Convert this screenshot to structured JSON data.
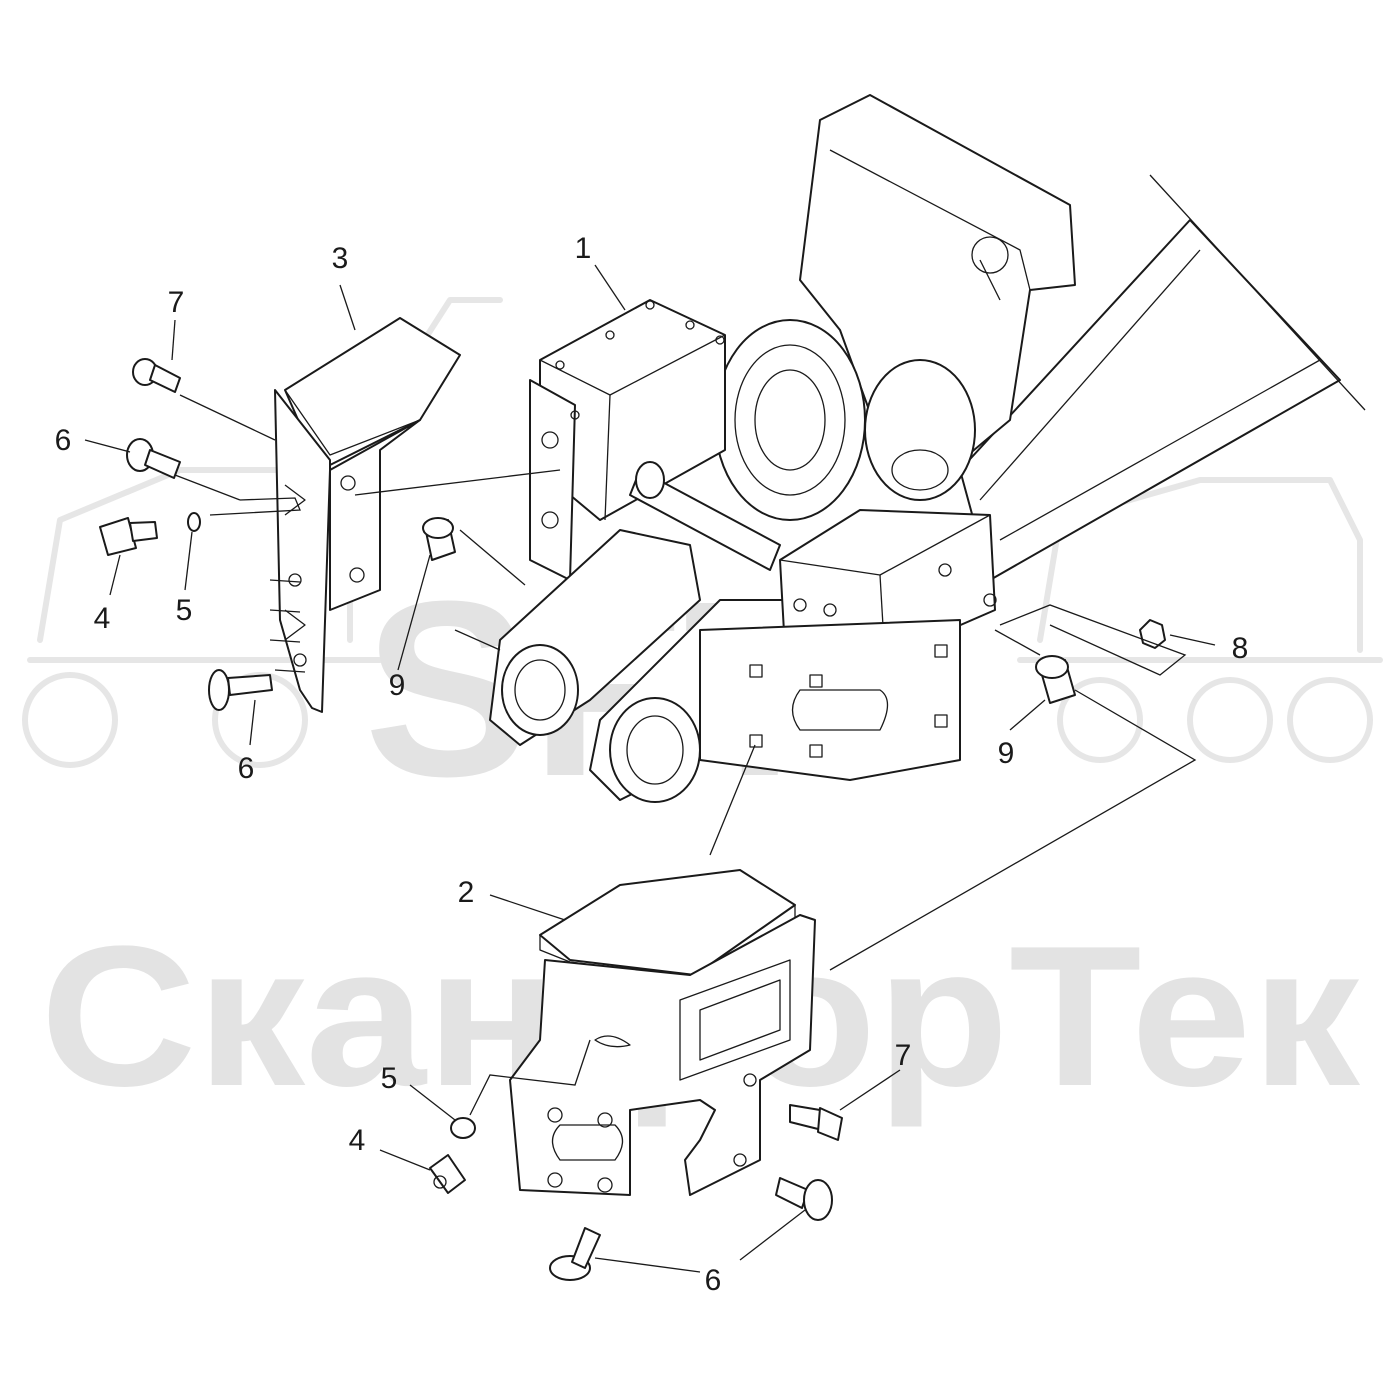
{
  "watermark": {
    "logo_text": "SFT",
    "brand_text": "СканфорТек",
    "logo_color": "#e6e6e6"
  },
  "callouts": [
    {
      "id": "c1",
      "label": "1"
    },
    {
      "id": "c2",
      "label": "2"
    },
    {
      "id": "c3",
      "label": "3"
    },
    {
      "id": "c4a",
      "label": "4"
    },
    {
      "id": "c4b",
      "label": "4"
    },
    {
      "id": "c5a",
      "label": "5"
    },
    {
      "id": "c5b",
      "label": "5"
    },
    {
      "id": "c6a",
      "label": "6"
    },
    {
      "id": "c6b",
      "label": "6"
    },
    {
      "id": "c6c",
      "label": "6"
    },
    {
      "id": "c7a",
      "label": "7"
    },
    {
      "id": "c7b",
      "label": "7"
    },
    {
      "id": "c8",
      "label": "8"
    },
    {
      "id": "c9a",
      "label": "9"
    },
    {
      "id": "c9b",
      "label": "9"
    }
  ],
  "colors": {
    "ink": "#1a1a1a",
    "watermark": "#e3e3e3",
    "background": "#ffffff"
  }
}
